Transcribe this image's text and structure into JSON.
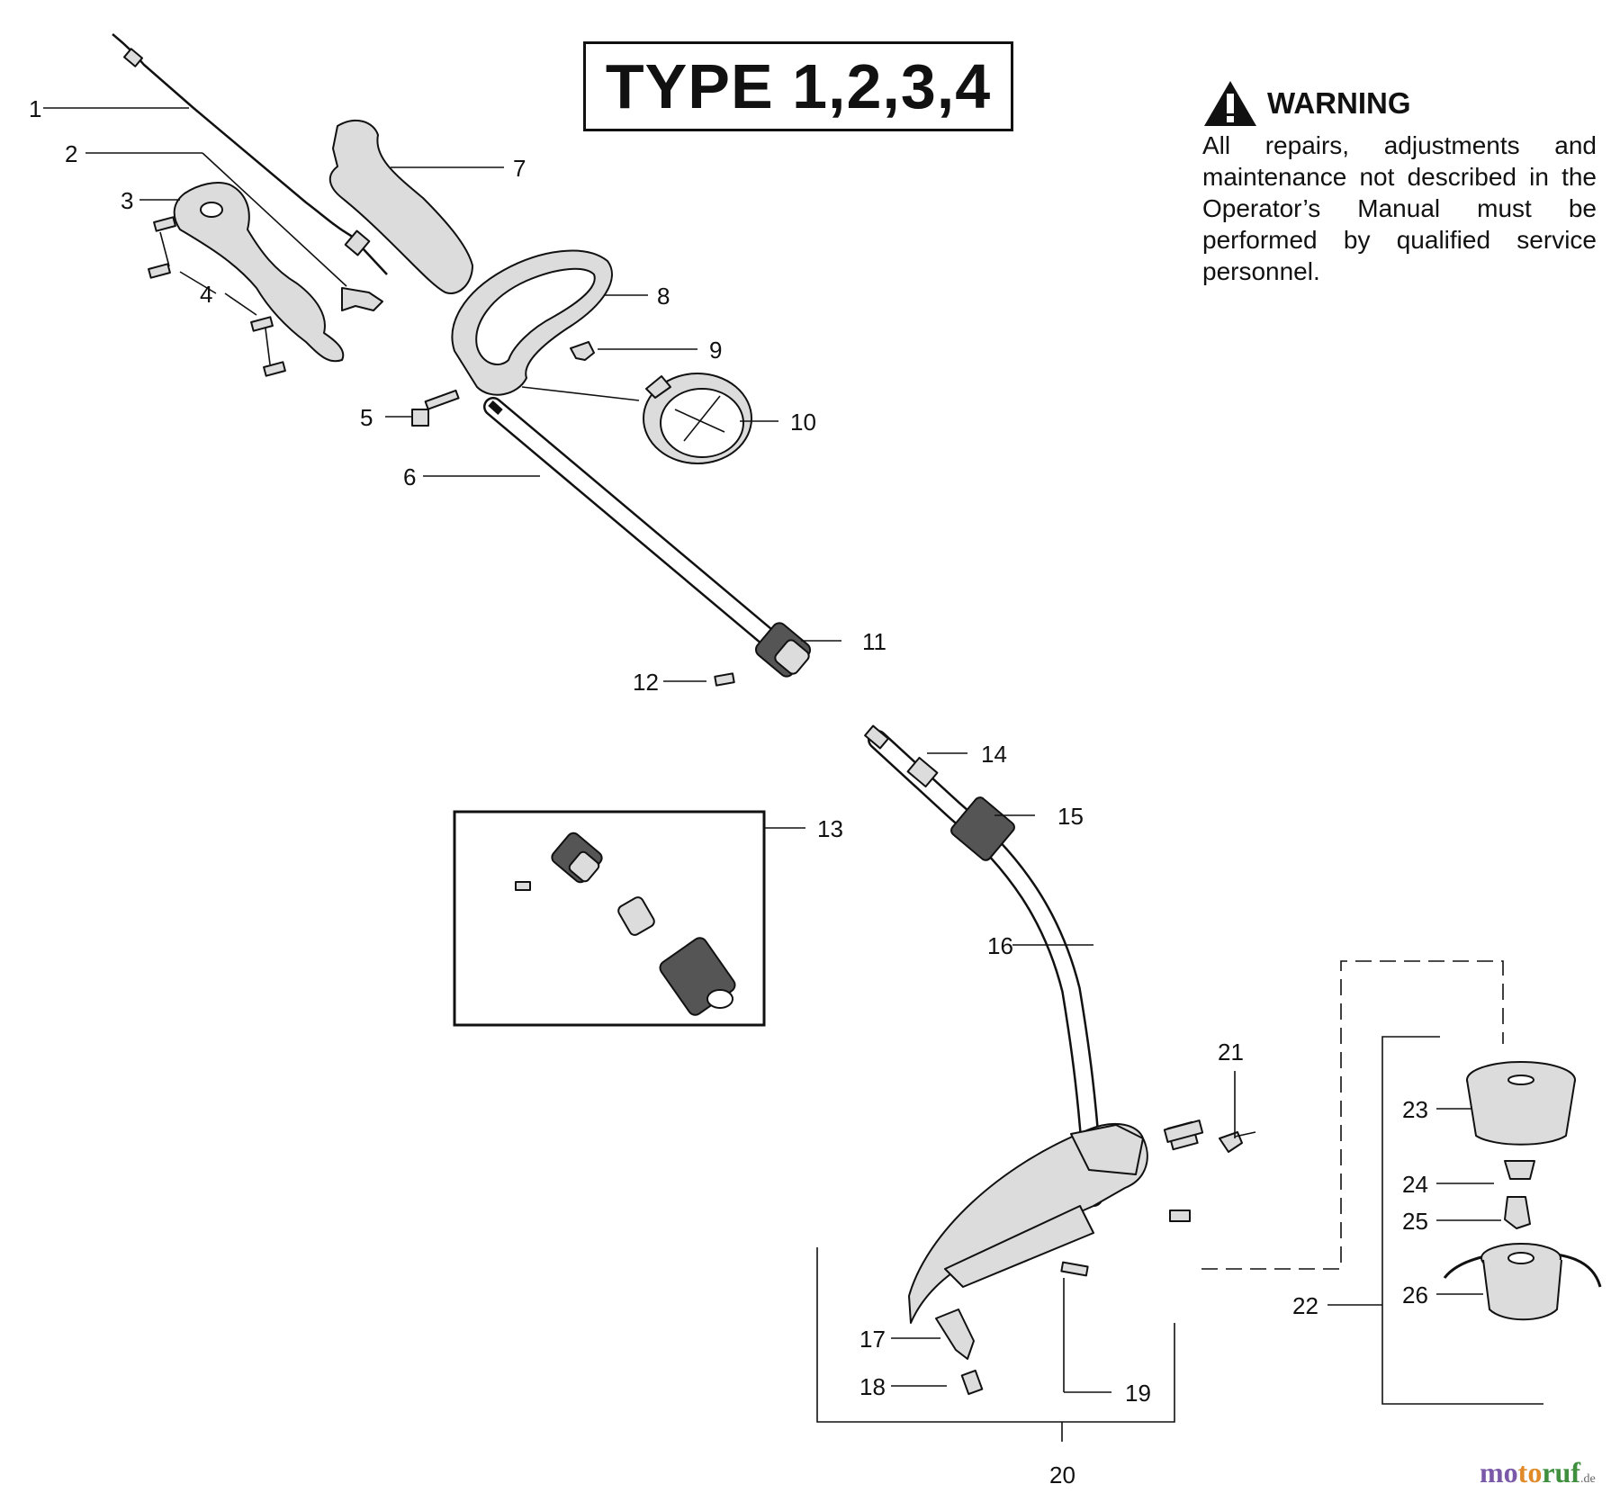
{
  "title": "TYPE 1,2,3,4",
  "warning": {
    "heading": "WARNING",
    "text": "All repairs, adjustments and maintenance not described in the Operator’s Manual must be performed by qualified service personnel.",
    "icon": "warning-triangle-icon"
  },
  "labels": {
    "p1": "1",
    "p2": "2",
    "p3": "3",
    "p4": "4",
    "p5": "5",
    "p6": "6",
    "p7": "7",
    "p8": "8",
    "p9": "9",
    "p10": "10",
    "p11": "11",
    "p12": "12",
    "p13": "13",
    "p14": "14",
    "p15": "15",
    "p16": "16",
    "p17": "17",
    "p18": "18",
    "p19": "19",
    "p20": "20",
    "p21": "21",
    "p22": "22",
    "p23": "23",
    "p24": "24",
    "p25": "25",
    "p26": "26"
  },
  "brand": {
    "part1": "mo",
    "part2": "to",
    "part3": "ruf",
    "suffix": ".de"
  }
}
